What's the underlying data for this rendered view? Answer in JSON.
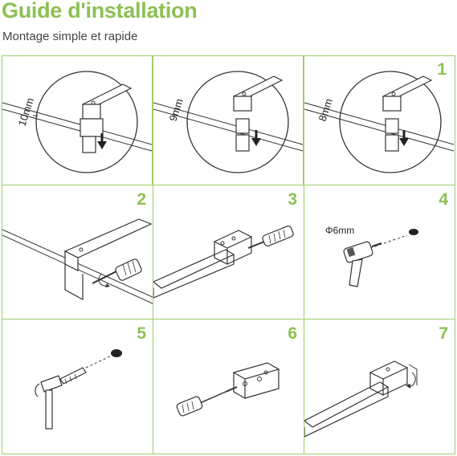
{
  "header": {
    "title": "Guide d'installation",
    "subtitle": "Montage simple et rapide"
  },
  "steps": [
    {
      "number": "1",
      "gaps": [
        "10mm",
        "9mm",
        "8mm"
      ]
    },
    {
      "number": "2"
    },
    {
      "number": "3"
    },
    {
      "number": "4",
      "drill_label": "Φ6mm"
    },
    {
      "number": "5"
    },
    {
      "number": "6"
    },
    {
      "number": "7"
    }
  ],
  "colors": {
    "accent": "#8cc152",
    "border": "#9ccf6a",
    "line": "#333333"
  }
}
